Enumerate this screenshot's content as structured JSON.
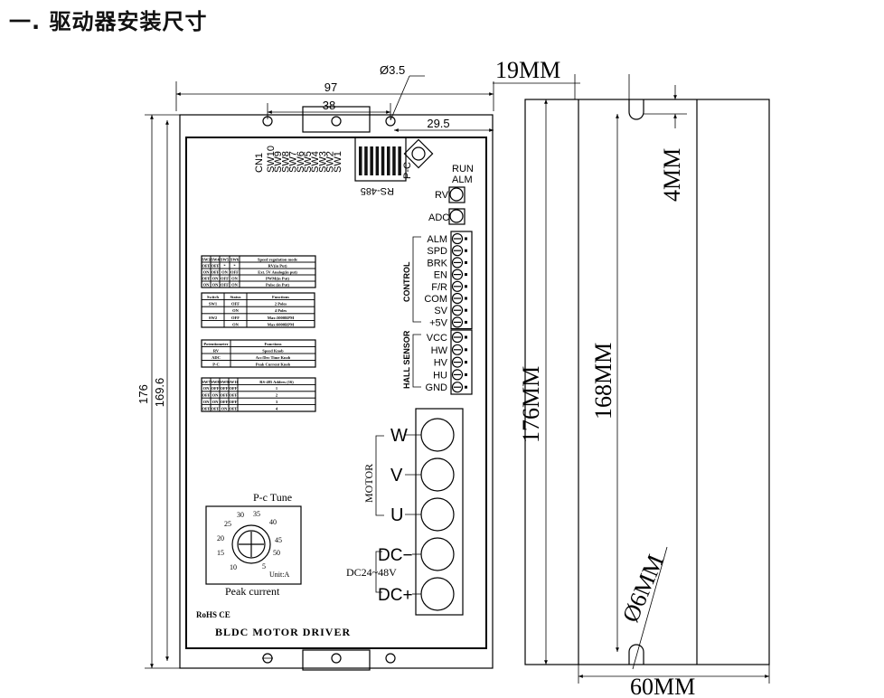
{
  "heading": "一. 驱动器安装尺寸",
  "dims": {
    "width_97": "97",
    "hole_38": "38",
    "hole_d": "Ø3.5",
    "offset_29_5": "29.5",
    "height_176": "176",
    "height_169_6": "169.6"
  },
  "connectors": {
    "cn1": "CN1",
    "switches": [
      "SW10",
      "SW9",
      "SW8",
      "SW7",
      "SW6",
      "SW5",
      "SW4",
      "SW3",
      "SW2",
      "SW1"
    ],
    "rs485": "RS-485",
    "pc": "P-C",
    "run": "RUN",
    "alm": "ALM",
    "rv": "RV",
    "adc": "ADC"
  },
  "control": {
    "group_label": "CONTROL",
    "pins": [
      "ALM",
      "SPD",
      "BRK",
      "EN",
      "F/R",
      "COM",
      "SV",
      "+5V"
    ]
  },
  "hall": {
    "group_label": "HALL SENSOR",
    "pins": [
      "VCC",
      "HW",
      "HV",
      "HU",
      "GND"
    ]
  },
  "motor": {
    "group_label": "MOTOR",
    "pins": [
      "W",
      "V",
      "U"
    ]
  },
  "power": {
    "pins": [
      "DC−",
      "DC+"
    ],
    "voltage": "DC24~48V"
  },
  "tables": {
    "speed": {
      "headers": [
        "SW3",
        "SW4",
        "SW5",
        "SW6",
        "Speed regulation mode"
      ],
      "rows": [
        [
          "OFF",
          "OFF",
          "*",
          "*",
          "RV(in Put)"
        ],
        [
          "ON",
          "OFF",
          "ON",
          "OFF",
          "Ext. 5V Analog(in put)"
        ],
        [
          "OFF",
          "ON",
          "OFF",
          "ON",
          "PWM(in Put)"
        ],
        [
          "ON",
          "ON",
          "OFF",
          "ON",
          "Pulse (in Put)"
        ]
      ]
    },
    "switch": {
      "headers": [
        "Switch",
        "Status",
        "Functions"
      ],
      "rows": [
        [
          "SW1",
          "OFF",
          "2 Poles"
        ],
        [
          "",
          "ON",
          "4 Poles"
        ],
        [
          "SW2",
          "OFF",
          "Max:3000RPM"
        ],
        [
          "",
          "ON",
          "Max:6000RPM"
        ]
      ]
    },
    "pot": {
      "headers": [
        "Potentiometer",
        "Functions"
      ],
      "rows": [
        [
          "RV",
          "Speed Knob"
        ],
        [
          "ADC",
          "Acc/Dec Time Knob"
        ],
        [
          "P-C",
          "Peak Current Knob"
        ]
      ]
    },
    "rs485addr": {
      "headers": [
        "SW7",
        "SW8",
        "SW9",
        "SW10",
        "RS-485 Addres (16)"
      ],
      "rows": [
        [
          "ON",
          "OFF",
          "OFF",
          "OFF",
          "1"
        ],
        [
          "OFF",
          "ON",
          "OFF",
          "OFF",
          "2"
        ],
        [
          "ON",
          "ON",
          "OFF",
          "OFF",
          "3"
        ],
        [
          "OFF",
          "OFF",
          "ON",
          "OFF",
          "4"
        ]
      ]
    }
  },
  "dial": {
    "title": "P-c Tune",
    "scale": [
      "25",
      "30",
      "35",
      "40",
      "45",
      "50",
      "5",
      "10",
      "15",
      "20"
    ],
    "unit": "Unit:A",
    "caption": "Peak current"
  },
  "badges": "RoHS CE",
  "product": "BLDC MOTOR DRIVER",
  "side": {
    "top_width": "19MM",
    "slot": "4MM",
    "height_176": "176MM",
    "height_168": "168MM",
    "hole": "Ø6MM",
    "width_60": "60MM"
  }
}
